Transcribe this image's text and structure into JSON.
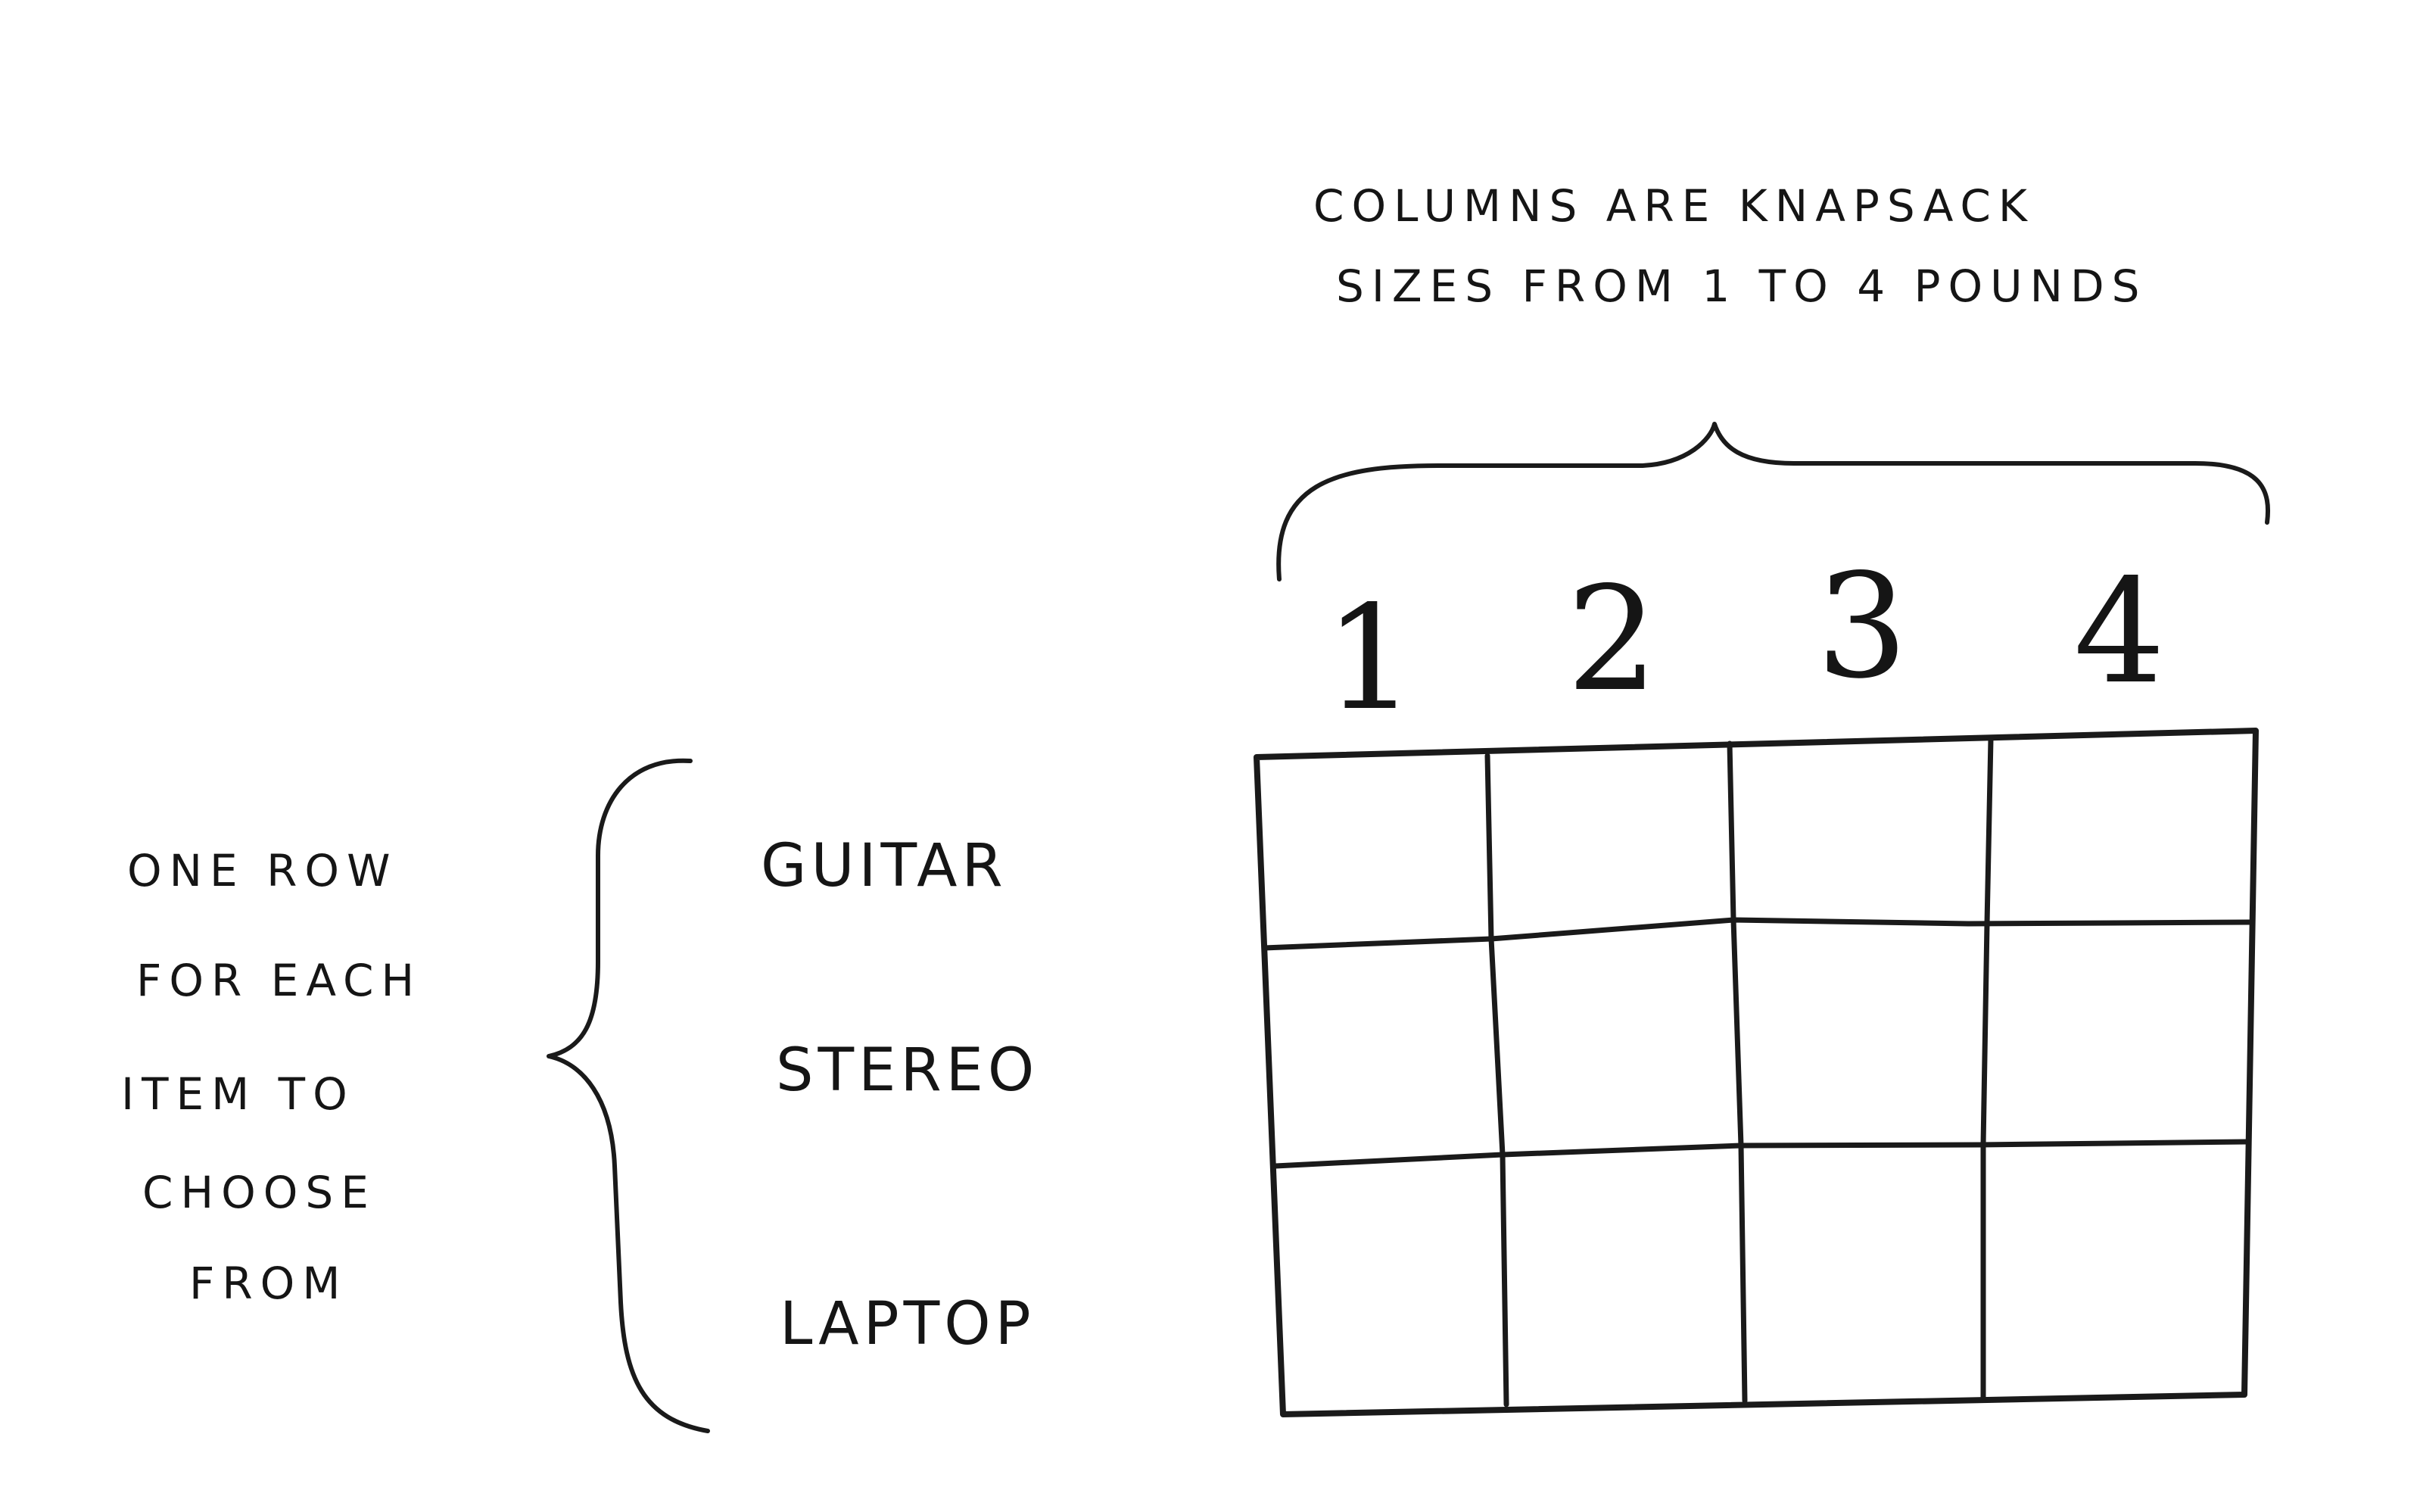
{
  "top_annotation": {
    "line1": "COLUMNS ARE KNAPSACK",
    "line2": "SIZES FROM 1 TO 4 POUNDS"
  },
  "left_annotation": {
    "lines": [
      "ONE ROW",
      "FOR EACH",
      "ITEM TO",
      "CHOOSE",
      "FROM"
    ]
  },
  "columns": [
    "1",
    "2",
    "3",
    "4"
  ],
  "rows": [
    "GUITAR",
    "STEREO",
    "LAPTOP"
  ]
}
